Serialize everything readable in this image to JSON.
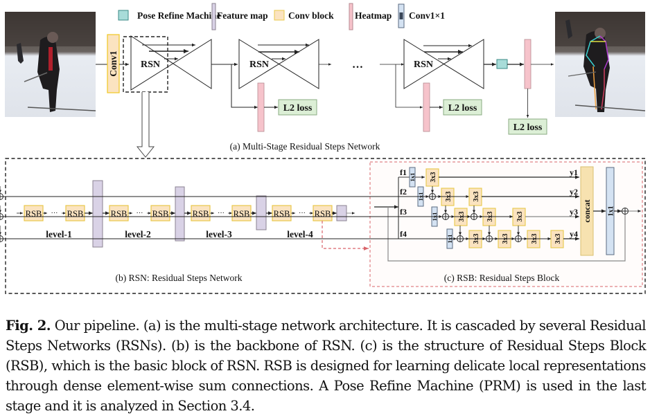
{
  "legend": [
    {
      "label": "Pose Refine Machine",
      "icon": "prm-swatch",
      "color": "#a8dcd9"
    },
    {
      "label": "Feature map",
      "icon": "feature-map-swatch",
      "color": "#d9d2e6"
    },
    {
      "label": "Conv block",
      "icon": "conv-block-swatch",
      "color": "#fbe3c0"
    },
    {
      "label": "Heatmap",
      "icon": "heatmap-swatch",
      "color": "#f6c3cb"
    },
    {
      "label": "Conv1×1",
      "icon": "conv1x1-swatch",
      "color": "#d4e2f2",
      "inner": "1x1"
    }
  ],
  "colors": {
    "conv": "#fbe3c0",
    "conv_border": "#e8c84a",
    "feature": "#d9d2e6",
    "heatmap": "#f6c3cb",
    "prm": "#a8dcd9",
    "loss": "#dcefd6",
    "conv1x1": "#d4e2f2",
    "rsb_dash": "#d9646a"
  },
  "panel_a": {
    "conv1_label": "Conv1",
    "stage_label": "RSN",
    "ellipsis": "…",
    "loss_label": "L2 loss",
    "caption": "(a) Multi-Stage Residual Steps Network",
    "input_image": "skier-input-photo",
    "output_image": "skier-pose-output-photo"
  },
  "panel_b": {
    "block_label": "RSB",
    "levels": [
      "level-1",
      "level-2",
      "level-3",
      "level-4"
    ],
    "caption": "(b) RSN: Residual Steps Network"
  },
  "panel_c": {
    "branch_labels": [
      "f1",
      "f2",
      "f3",
      "f4"
    ],
    "output_labels": [
      "y1",
      "y2",
      "y3",
      "y4"
    ],
    "conv3_label": "3x3",
    "conv1_label": "1x1",
    "concat_label": "concat",
    "caption": "(c) RSB: Residual Steps Block"
  },
  "caption": {
    "fig_label": "Fig. 2.",
    "text": " Our pipeline. (a) is the multi-stage network architecture. It is cascaded by several Residual Steps Networks (RSNs). (b) is the backbone of RSN. (c) is the structure of Residual Steps Block (RSB), which is the basic block of RSN. RSB is designed for learning delicate local representations through dense element-wise sum connections. A Pose Refine Machine (PRM) is used in the last stage and it is analyzed in Section 3.4."
  }
}
